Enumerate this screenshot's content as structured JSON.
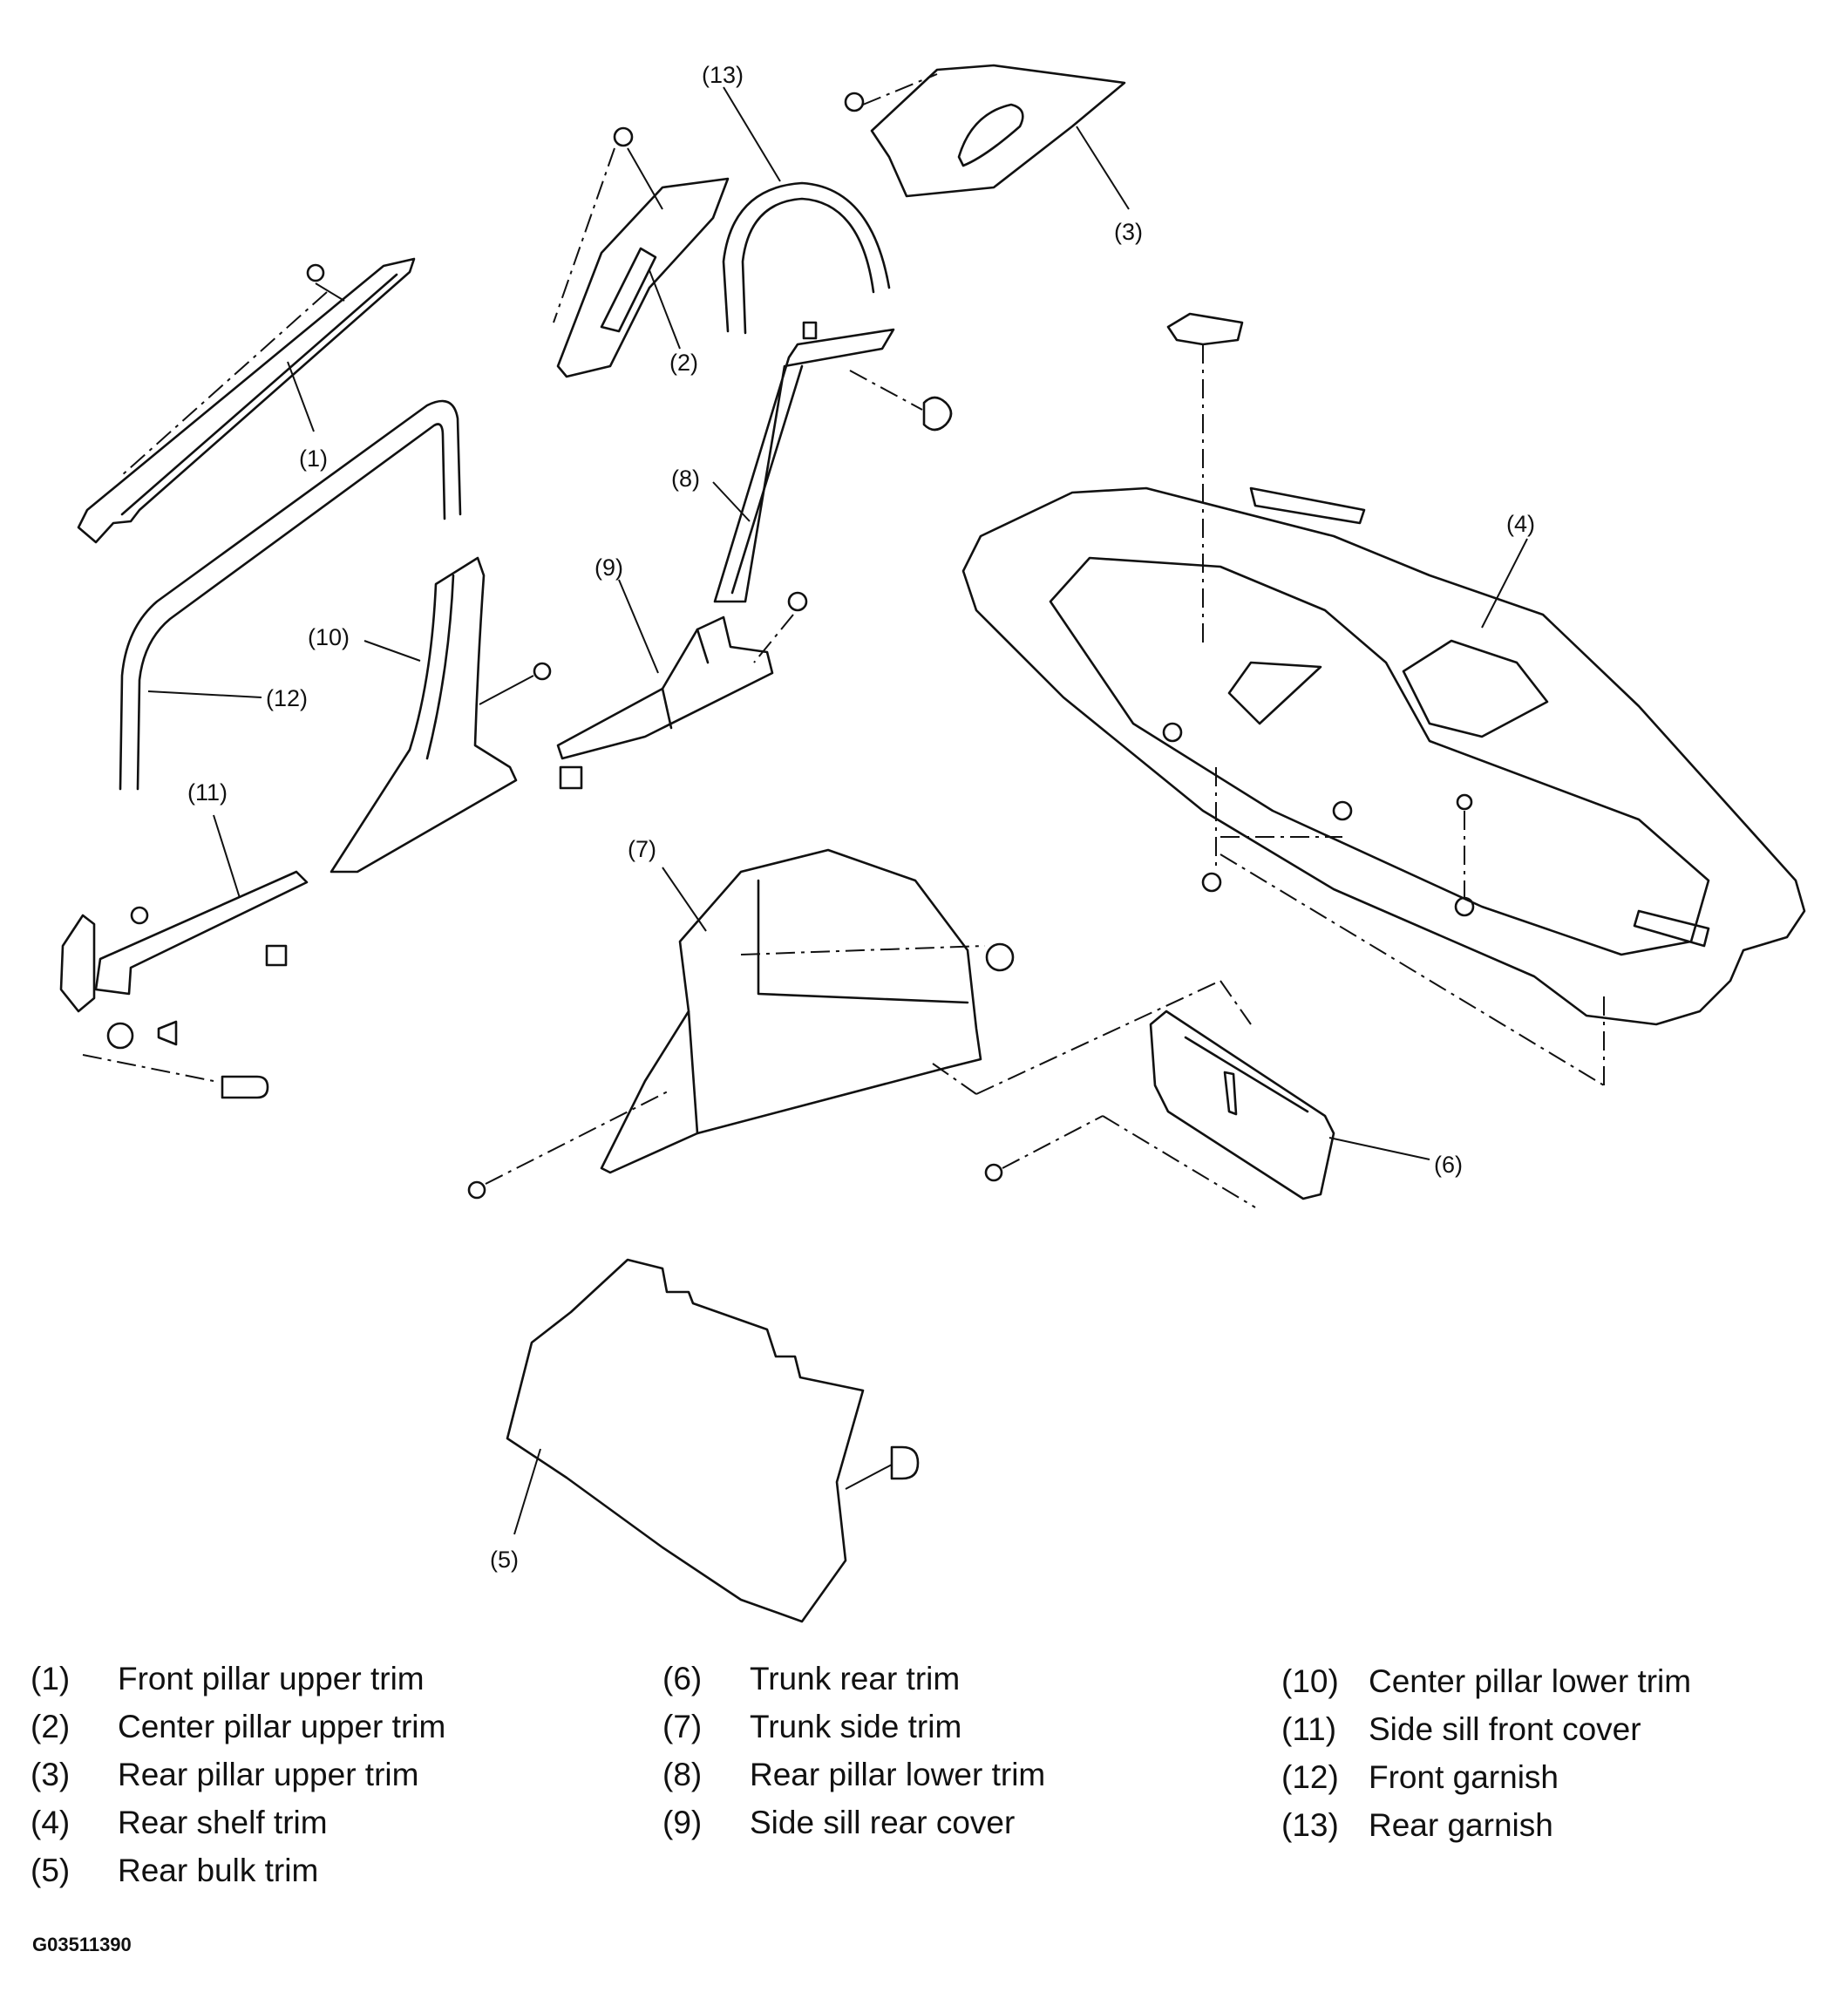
{
  "diagram": {
    "callouts": [
      "(1)",
      "(2)",
      "(3)",
      "(4)",
      "(5)",
      "(6)",
      "(7)",
      "(8)",
      "(9)",
      "(10)",
      "(11)",
      "(12)",
      "(13)"
    ]
  },
  "legend": [
    {
      "num": "(1)",
      "label": "Front pillar upper trim"
    },
    {
      "num": "(2)",
      "label": "Center pillar upper trim"
    },
    {
      "num": "(3)",
      "label": "Rear pillar upper trim"
    },
    {
      "num": "(4)",
      "label": "Rear shelf trim"
    },
    {
      "num": "(5)",
      "label": "Rear bulk trim"
    },
    {
      "num": "(6)",
      "label": "Trunk rear trim"
    },
    {
      "num": "(7)",
      "label": "Trunk side trim"
    },
    {
      "num": "(8)",
      "label": "Rear pillar lower trim"
    },
    {
      "num": "(9)",
      "label": "Side sill rear cover"
    },
    {
      "num": "(10)",
      "label": "Center pillar lower trim"
    },
    {
      "num": "(11)",
      "label": "Side sill front cover"
    },
    {
      "num": "(12)",
      "label": "Front garnish"
    },
    {
      "num": "(13)",
      "label": "Rear garnish"
    }
  ],
  "figure_code": "G03511390"
}
